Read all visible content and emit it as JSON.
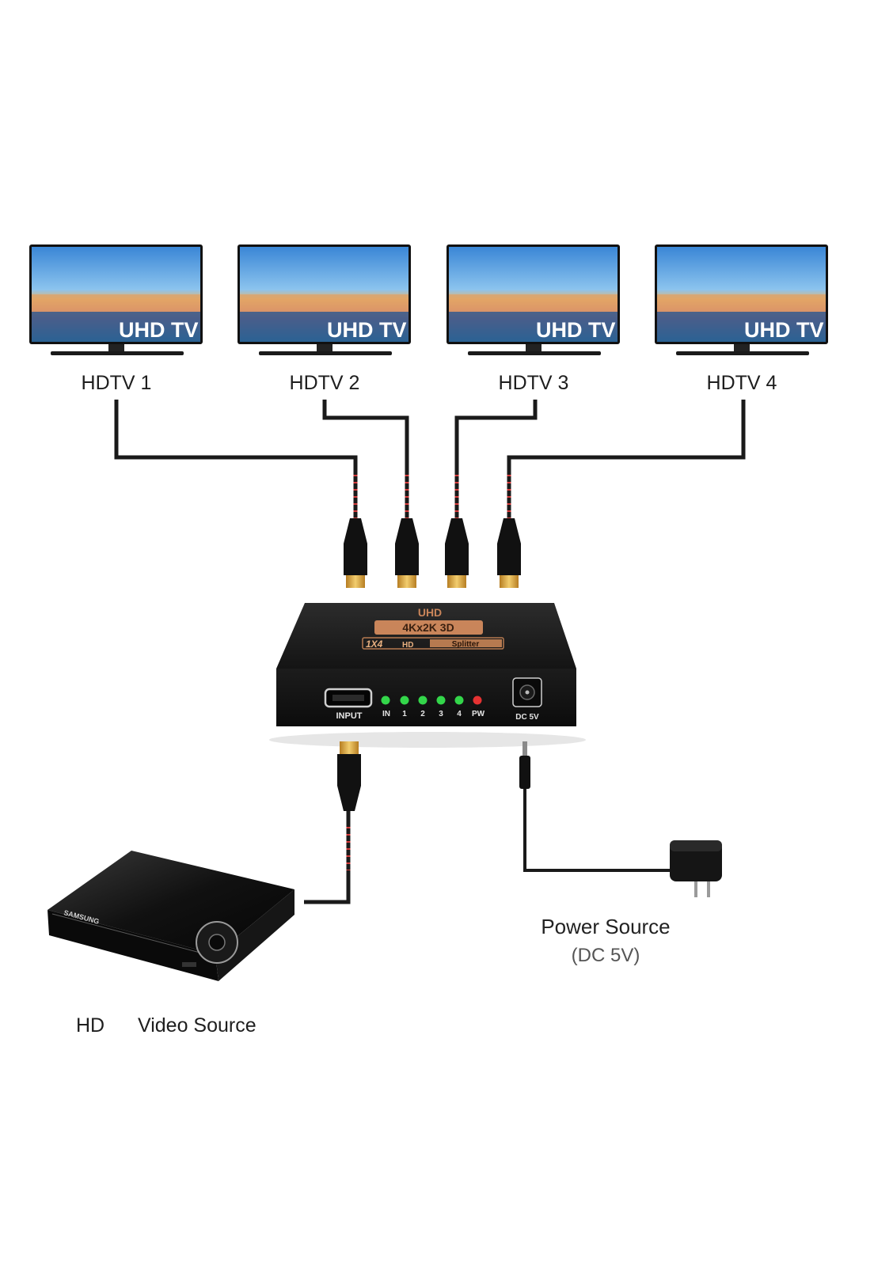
{
  "tvs": [
    {
      "name": "HDTV 1",
      "screen_text": "UHD TV"
    },
    {
      "name": "HDTV 2",
      "screen_text": "UHD TV"
    },
    {
      "name": "HDTV 3",
      "screen_text": "UHD TV"
    },
    {
      "name": "HDTV 4",
      "screen_text": "UHD TV"
    }
  ],
  "splitter": {
    "title": "UHD",
    "badge": "4Kx2K 3D",
    "model": "1X4",
    "model_hd": "HD",
    "model_name": "Splitter",
    "input_label": "INPUT",
    "led_labels": [
      "IN",
      "1",
      "2",
      "3",
      "4",
      "PW"
    ],
    "power_label": "DC 5V",
    "colors": {
      "body": "#1b1b1b",
      "badge": "#c9855a",
      "led_on": "#33d64a",
      "led_power": "#e53232"
    }
  },
  "player": {
    "brand": "SAMSUNG"
  },
  "power_source": {
    "label": "Power Source",
    "spec": "(DC 5V)"
  },
  "video_source": {
    "prefix": "HD",
    "label": "Video Source"
  },
  "colors": {
    "cable": "#1a1a1a",
    "cable_dots": "#d43a3a",
    "hdmi_gold": "#d9a440"
  }
}
